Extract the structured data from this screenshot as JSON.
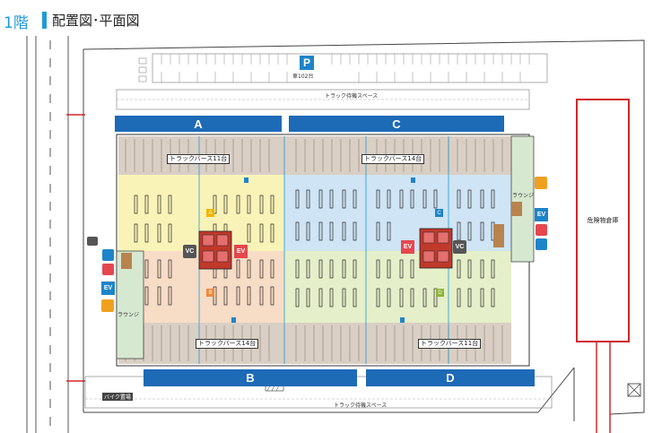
{
  "header": {
    "floor": "1階",
    "title": "配置図･平面図"
  },
  "parking": {
    "icon": "P",
    "label": "車102台"
  },
  "truck_wait_top": "トラック待機スペース",
  "truck_wait_bottom": "トラック待機スペース",
  "bays": {
    "A": "A",
    "B": "B",
    "C": "C",
    "D": "D"
  },
  "truck_berths": {
    "a": "トラックバース11台",
    "c": "トラックバース14台",
    "b": "トラックバース14台",
    "d": "トラックバース11台"
  },
  "zones": {
    "a": "A",
    "b": "B",
    "c": "C",
    "d": "D"
  },
  "ev_label": "EV",
  "vc_label": "VC",
  "lounge": "ラウンジ",
  "danger_store": "危険物倉庫",
  "bike": "バイク置場",
  "colors": {
    "zone_a": "#faf3b8",
    "zone_b": "#f7dcc6",
    "zone_c": "#cfe4f4",
    "zone_d": "#e5efc9",
    "dock": "#d9cfc4",
    "bar": "#1d6ab7",
    "ev": "#e5474f",
    "accent": "#1f9ad6",
    "danger": "#d02828"
  }
}
